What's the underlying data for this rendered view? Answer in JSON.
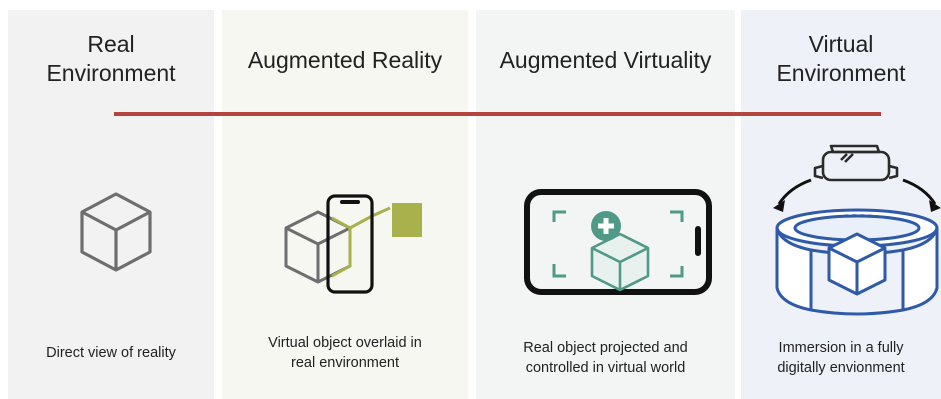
{
  "accent_color": "#b5443f",
  "panels": [
    {
      "title": "Real\nEnvironment",
      "caption": "Direct view of reality",
      "background": "#f2f2f2",
      "icon": "cube-icon"
    },
    {
      "title": "Augmented Reality",
      "caption": "Virtual object overlaid in\nreal environment",
      "background": "#f6f7f1",
      "icon": "phone-with-virtual-object-icon"
    },
    {
      "title": "Augmented Virtuality",
      "caption": "Real object projected and\ncontrolled in virtual world",
      "background": "#f2f5f4",
      "icon": "phone-with-projected-object-icon"
    },
    {
      "title": "Virtual\nEnvironment",
      "caption": "Immersion in a fully\ndigitally envionment",
      "background": "#eef2f8",
      "icon": "vr-headset-immersion-icon"
    }
  ]
}
